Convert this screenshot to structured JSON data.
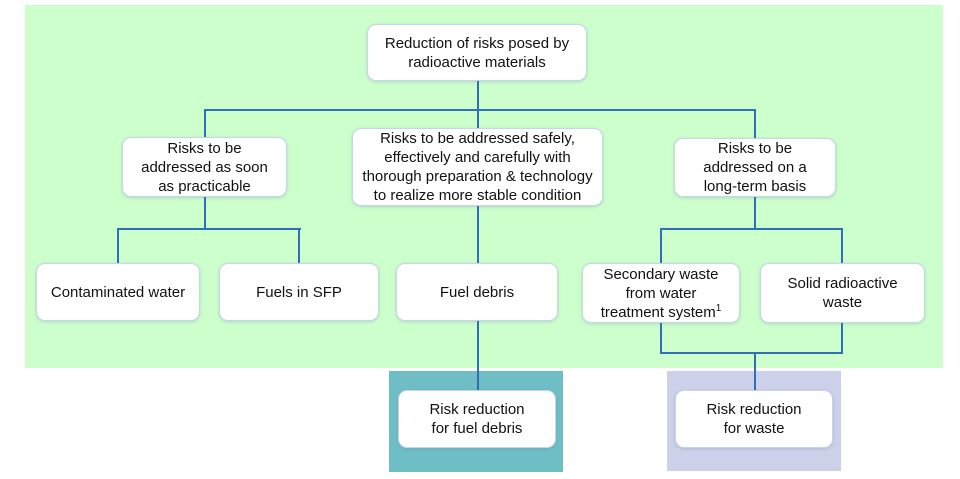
{
  "diagram": {
    "root_label": "Reduction of risks posed by\nradioactive materials",
    "branch_left_label": "Risks to be\naddressed as soon\nas practicable",
    "branch_middle_label": "Risks to be addressed safely,\neffectively and carefully with\nthorough preparation & technology\nto realize more stable condition",
    "branch_right_label": "Risks to be\naddressed on a\nlong-term basis",
    "item_contaminated_water": "Contaminated water",
    "item_fuels_sfp": "Fuels in SFP",
    "item_fuel_debris": "Fuel debris",
    "item_secondary_waste": "Secondary waste\nfrom water\ntreatment system",
    "item_secondary_waste_footnote": "1",
    "item_solid_waste": "Solid radioactive\nwaste",
    "outcome_fuel_debris": "Risk reduction\nfor fuel debris",
    "outcome_waste": "Risk reduction\nfor waste",
    "colors": {
      "panel_green": "#ccffcc",
      "connector_blue": "#2e6fb7",
      "teal_highlight": "#6fbec5",
      "lavender_highlight": "#cdd0e9",
      "node_border": "#c7d5ea"
    }
  }
}
